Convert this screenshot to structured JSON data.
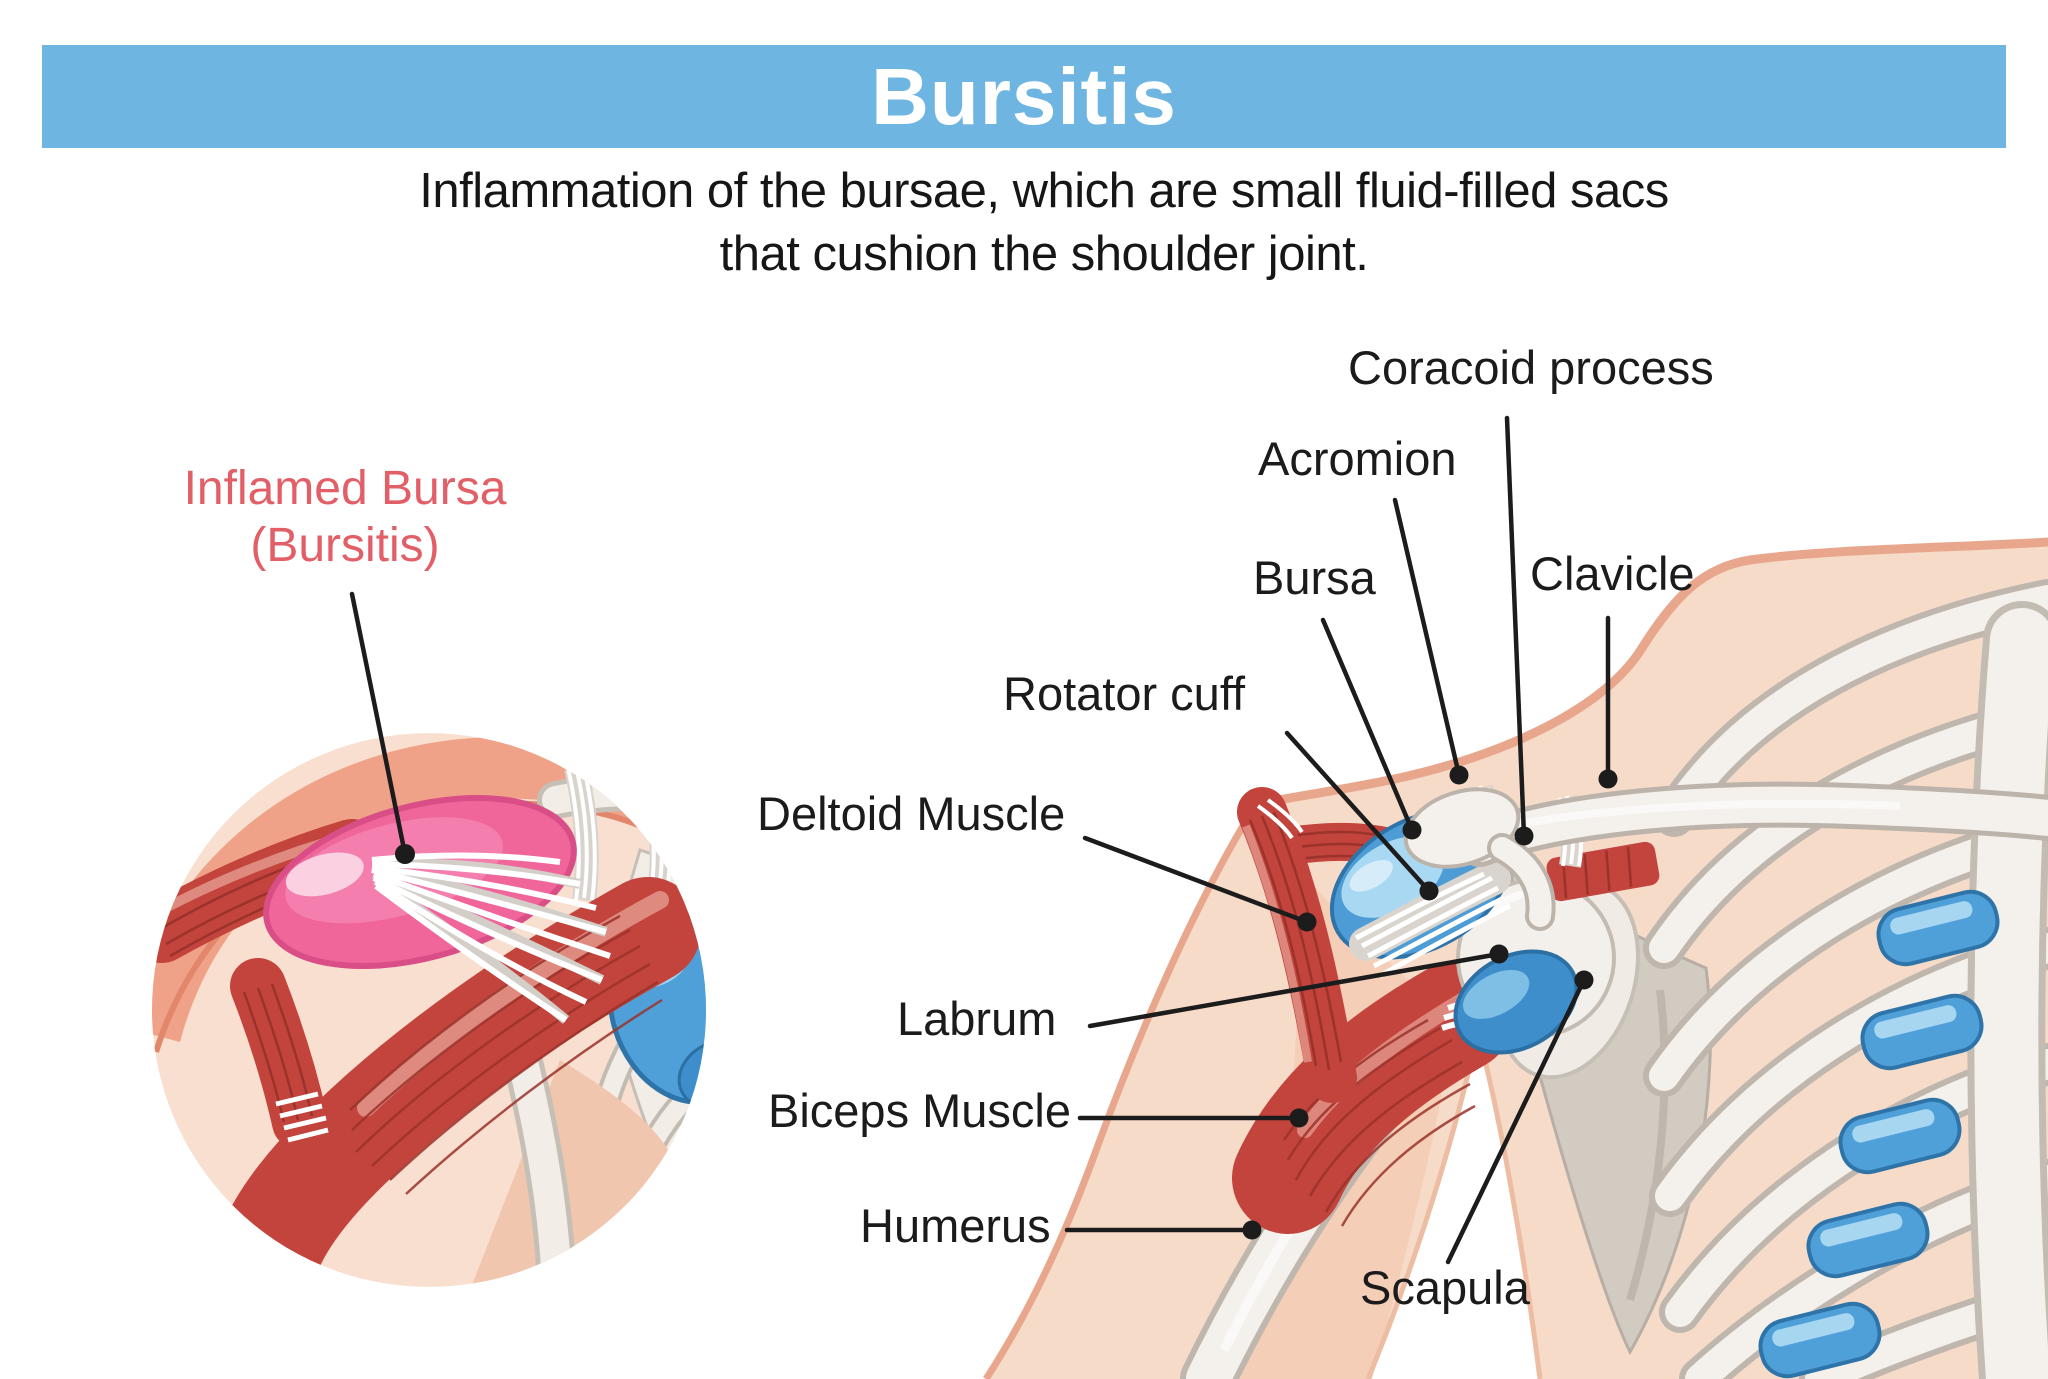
{
  "header": {
    "title": "Bursitis",
    "subtitle_line1": "Inflammation of the bursae, which are small fluid-filled sacs",
    "subtitle_line2": "that cushion the shoulder joint."
  },
  "inset": {
    "label_line1": "Inflamed Bursa",
    "label_line2": "(Bursitis)"
  },
  "anatomy_labels": {
    "coracoid_process": "Coracoid process",
    "acromion": "Acromion",
    "bursa": "Bursa",
    "clavicle": "Clavicle",
    "rotator_cuff": "Rotator cuff",
    "deltoid_muscle": "Deltoid Muscle",
    "labrum": "Labrum",
    "biceps_muscle": "Biceps Muscle",
    "humerus": "Humerus",
    "scapula": "Scapula"
  },
  "colors": {
    "banner_blue": "#6FB5E2",
    "title_text": "#FFFFFF",
    "body_text": "#161616",
    "inflamed_label_red": "#E25F68",
    "inflamed_bursa_pink": "#F0659A",
    "bursa_blue": "#4E9CD6",
    "muscle_red": "#C2443C",
    "bone_white": "#F4F0EB",
    "skin": "#F7DBC9",
    "leader_line": "#1C1C1C"
  }
}
